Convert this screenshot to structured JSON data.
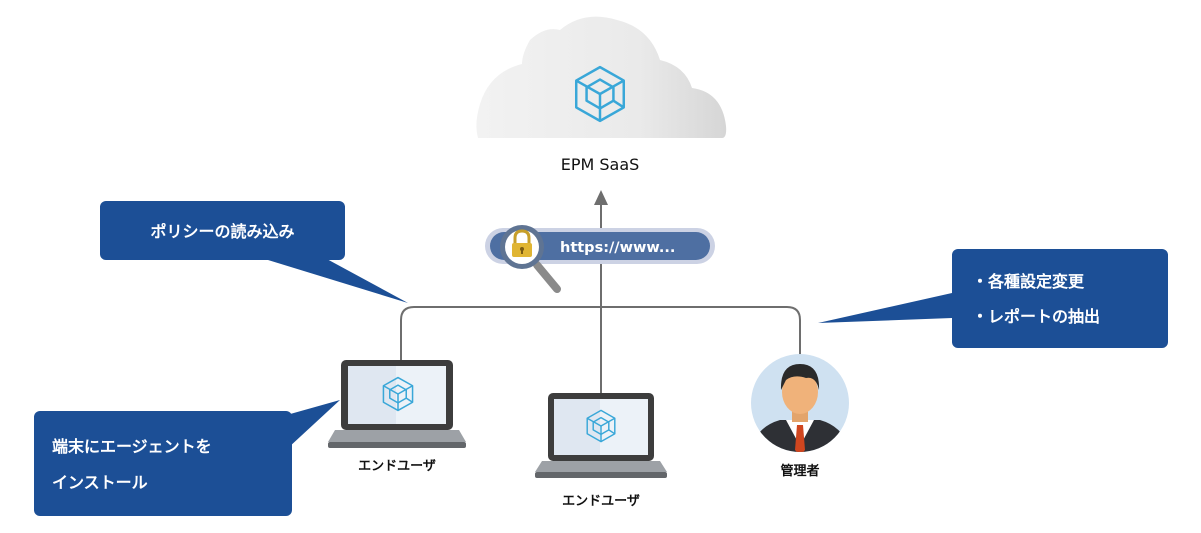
{
  "cloud": {
    "label": "EPM SaaS",
    "icon": "epm-logo-icon"
  },
  "https_bar": {
    "text": "https://www...",
    "icon": "lock-magnifier-icon"
  },
  "callouts": {
    "policy": {
      "text": "ポリシーの読み込み"
    },
    "install": {
      "lines": [
        "端末にエージェントを",
        "インストール"
      ]
    },
    "admin": {
      "lines": [
        "・各種設定変更",
        "・レポートの抽出"
      ]
    }
  },
  "nodes": {
    "end_user_1": {
      "label": "エンドユーザ",
      "icon": "laptop-icon"
    },
    "end_user_2": {
      "label": "エンドユーザ",
      "icon": "laptop-icon"
    },
    "admin": {
      "label": "管理者",
      "icon": "administrator-avatar-icon"
    }
  },
  "colors": {
    "callout_blue": "#1c4f96",
    "connector": "#6e6e6e",
    "cloud": "#ececec",
    "icon_cyan": "#39a7d8"
  }
}
